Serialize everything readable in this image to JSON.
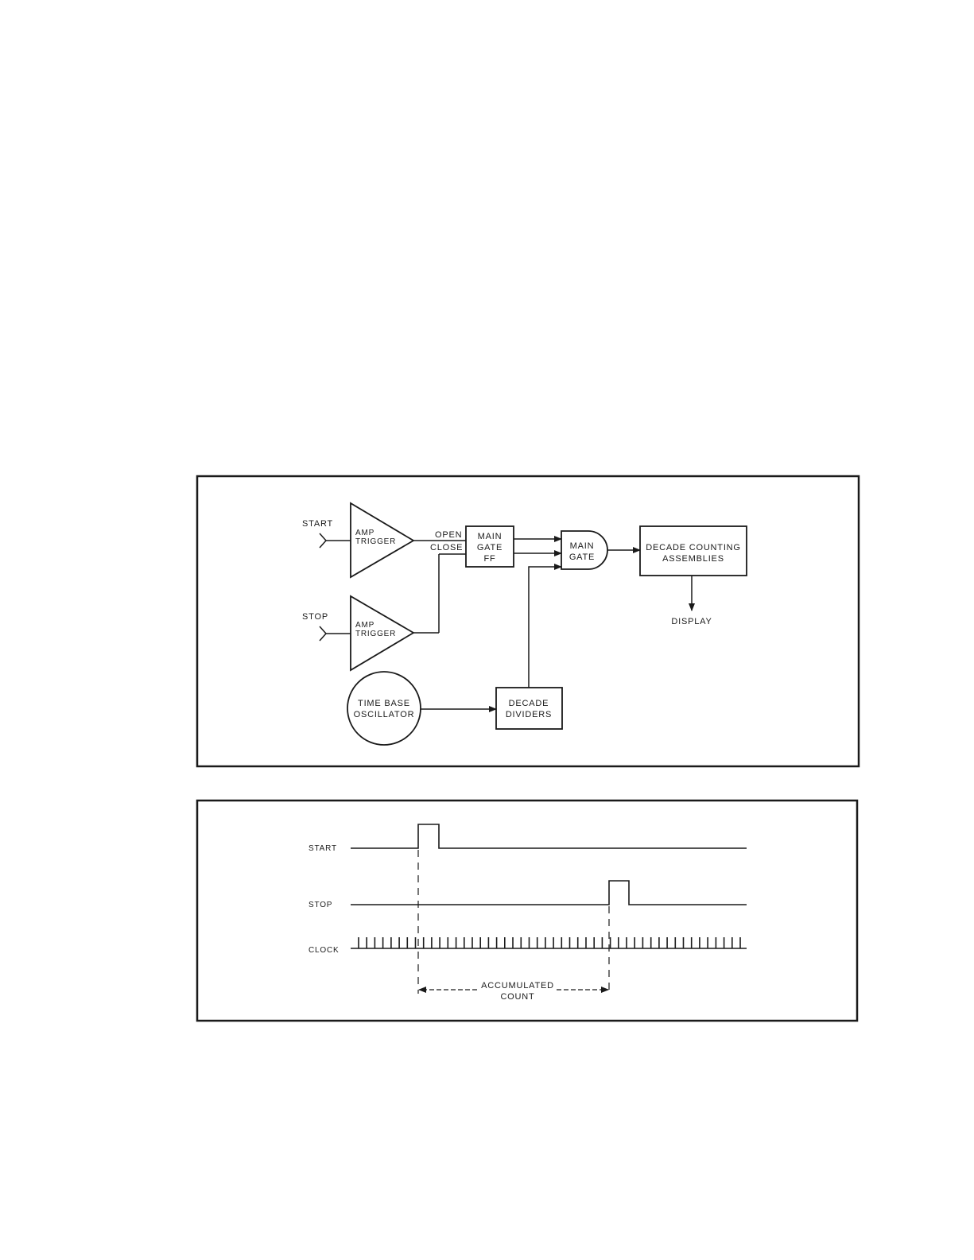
{
  "block_diagram": {
    "start_label": "START",
    "stop_label": "STOP",
    "amp_trigger_start": [
      "AMP",
      "TRIGGER"
    ],
    "amp_trigger_stop": [
      "AMP",
      "TRIGGER"
    ],
    "open_label": "OPEN",
    "close_label": "CLOSE",
    "main_gate_ff": [
      "MAIN",
      "GATE",
      "FF"
    ],
    "main_gate": [
      "MAIN",
      "GATE"
    ],
    "decade_counting": [
      "DECADE COUNTING",
      "ASSEMBLIES"
    ],
    "display_label": "DISPLAY",
    "time_base": [
      "TIME BASE",
      "OSCILLATOR"
    ],
    "decade_dividers": [
      "DECADE",
      "DIVIDERS"
    ]
  },
  "timing_diagram": {
    "start_label": "START",
    "stop_label": "STOP",
    "clock_label": "CLOCK",
    "accumulated": [
      "ACCUMULATED",
      "COUNT"
    ]
  }
}
